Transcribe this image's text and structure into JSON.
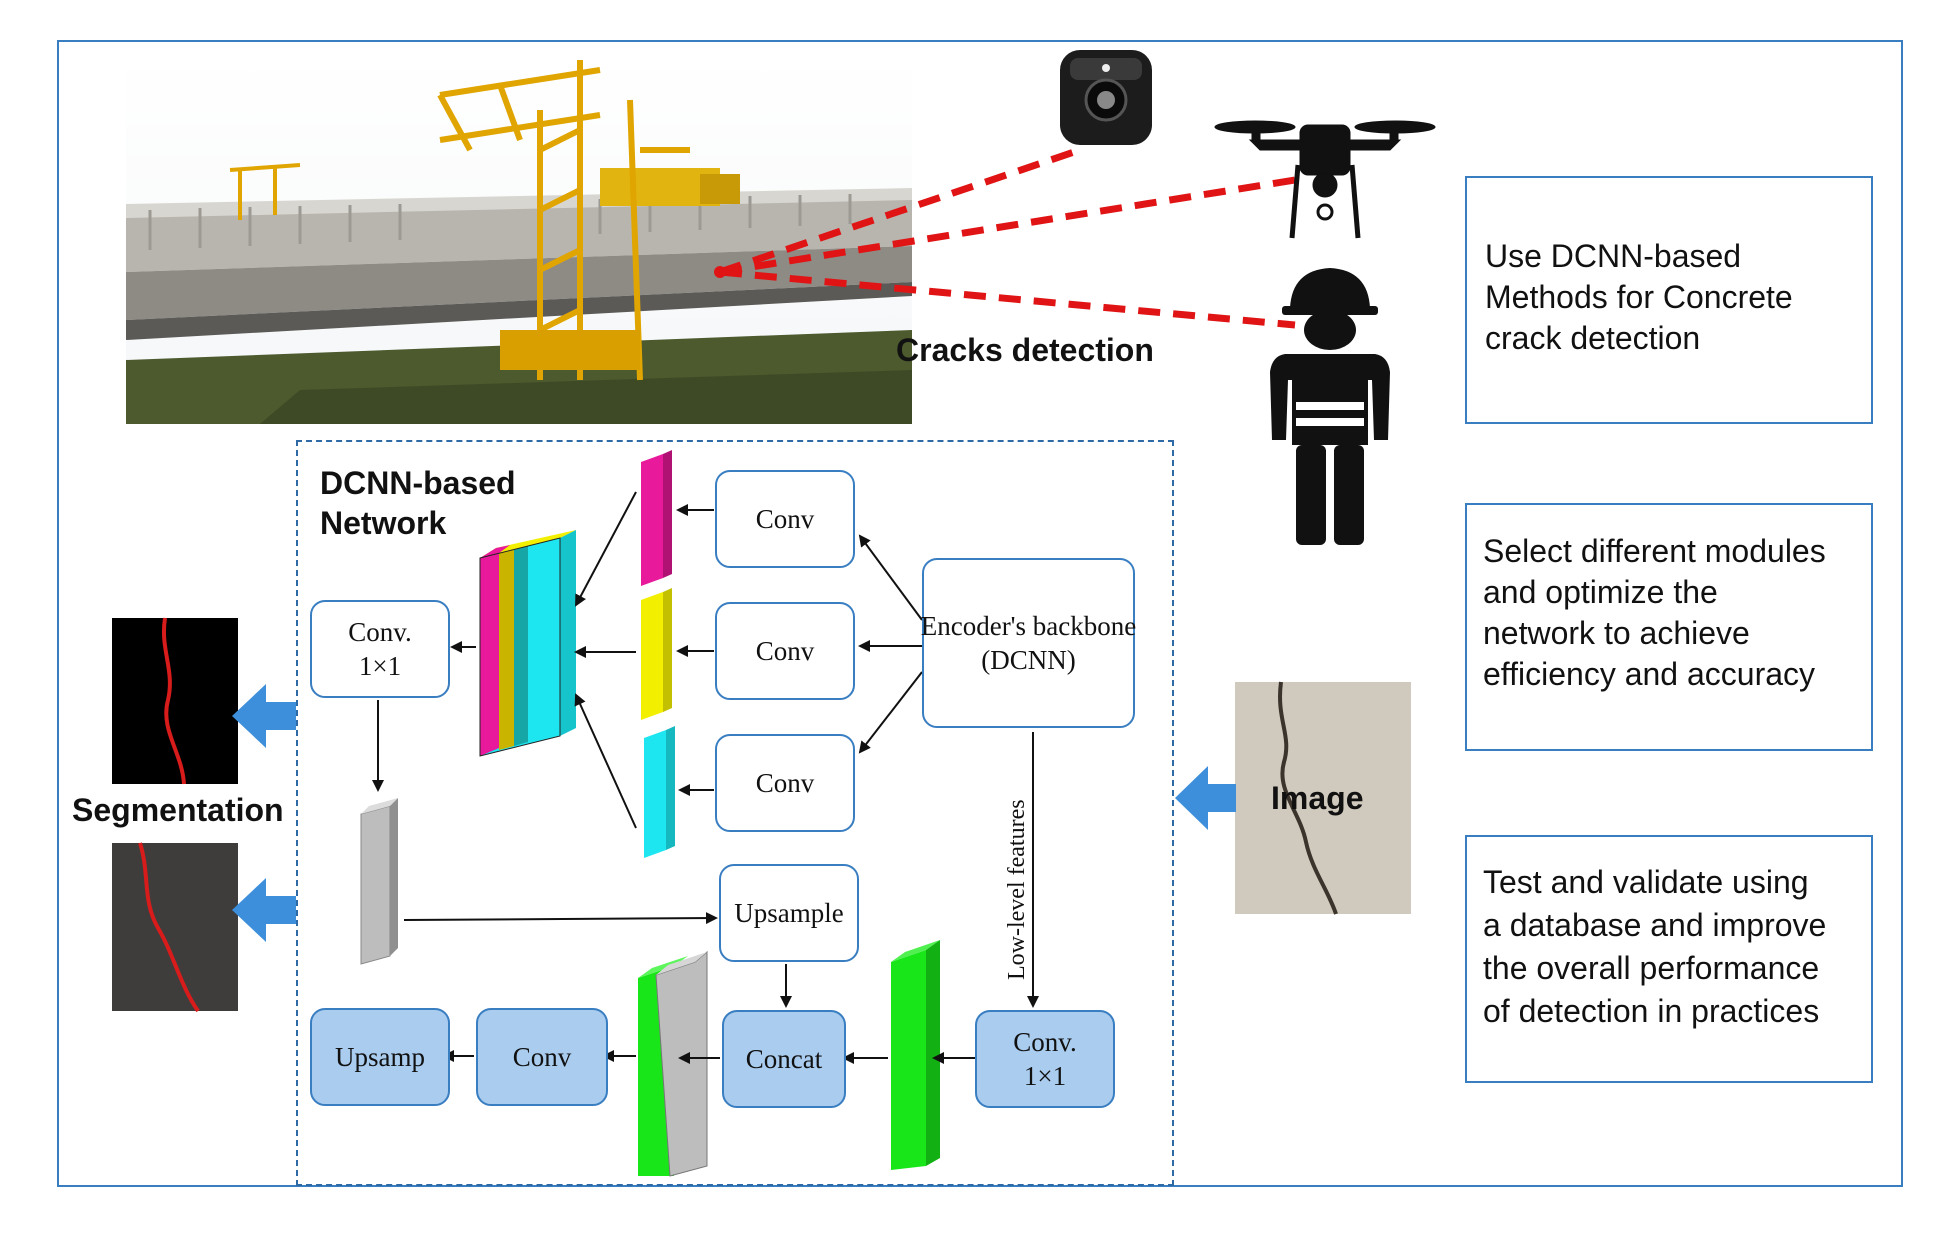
{
  "detection_label": "Cracks detection",
  "side_boxes": {
    "box1": [
      "Use DCNN-based",
      "Methods for Concrete",
      "crack detection"
    ],
    "box2": [
      "Select different modules",
      "and optimize the",
      "network to achieve",
      "efficiency and accuracy"
    ],
    "box3": [
      "Test and validate using",
      "a database and improve",
      "the overall performance",
      "of detection in practices"
    ]
  },
  "network": {
    "title_line1": "DCNN-based",
    "title_line2": "Network",
    "conv_top": "Conv",
    "conv_mid": "Conv",
    "conv_bottom": "Conv",
    "encoder_line1": "Encoder's backbone",
    "encoder_line2": "(DCNN)",
    "conv1x1_left_line1": "Conv.",
    "conv1x1_left_line2": "1×1",
    "upsample": "Upsample",
    "low_level_features": "Low-level features",
    "conv1x1_right_line1": "Conv.",
    "conv1x1_right_line2": "1×1",
    "concat": "Concat",
    "conv_bottom_row": "Conv",
    "upsamp": "Upsamp"
  },
  "segmentation_label": "Segmentation",
  "image_label": "Image",
  "colors": {
    "frame_blue": "#3a7ec2",
    "arrow_blue": "#3d8fdb",
    "detection_red": "#e01414",
    "block_fill_blue": "#a9ccef",
    "feature_magenta": "#e8199a",
    "feature_yellow": "#f2f000",
    "feature_cyan": "#1ee6f0",
    "feature_green": "#19e619",
    "feature_gray": "#bdbdbd"
  }
}
